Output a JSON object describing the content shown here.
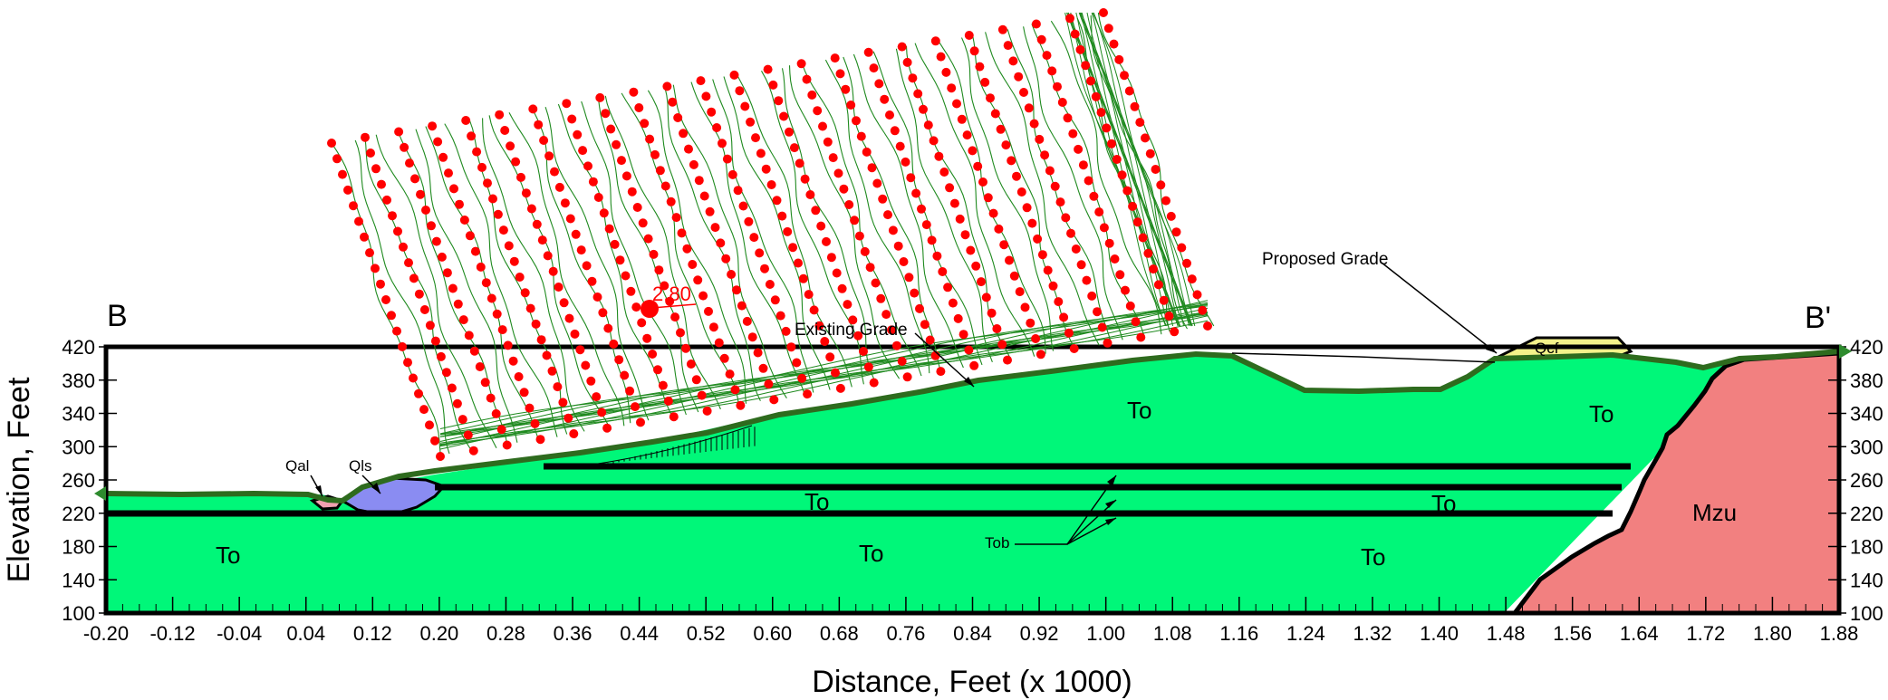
{
  "section": {
    "left_label": "B",
    "right_label": "B'"
  },
  "axes": {
    "x_title": "Distance, Feet (x  1000)",
    "y_title": "Elevation, Feet",
    "x_ticks": [
      "-0.20",
      "-0.12",
      "-0.04",
      "0.04",
      "0.12",
      "0.20",
      "0.28",
      "0.36",
      "0.44",
      "0.52",
      "0.60",
      "0.68",
      "0.76",
      "0.84",
      "0.92",
      "1.00",
      "1.08",
      "1.16",
      "1.24",
      "1.32",
      "1.40",
      "1.48",
      "1.56",
      "1.64",
      "1.72",
      "1.80",
      "1.88"
    ],
    "y_ticks": [
      "100",
      "140",
      "180",
      "220",
      "260",
      "300",
      "340",
      "380",
      "420"
    ],
    "x_range": [
      -0.2,
      1.88
    ],
    "y_range": [
      100,
      420
    ]
  },
  "units": {
    "to_labels": [
      "To",
      "To",
      "To",
      "To",
      "To",
      "To",
      "To"
    ],
    "mzu": "Mzu",
    "qcf": "Qcf",
    "qal": "Qal",
    "qls": "Qls",
    "tob": "Tob"
  },
  "annotations": {
    "proposed_grade": "Proposed Grade",
    "existing_grade": "Existing Grade",
    "critical_fs": "2.80"
  },
  "colors": {
    "to_fill": "#00f779",
    "mzu_fill": "#f28080",
    "qcf_fill": "#f4f28a",
    "qls_fill": "#8a8cf2",
    "qal_fill": "#f0a0b0",
    "grid_points": "#ff0000",
    "contours": "#1f8a1f",
    "outline": "#000000",
    "grade_outline": "#2e6b1e"
  }
}
